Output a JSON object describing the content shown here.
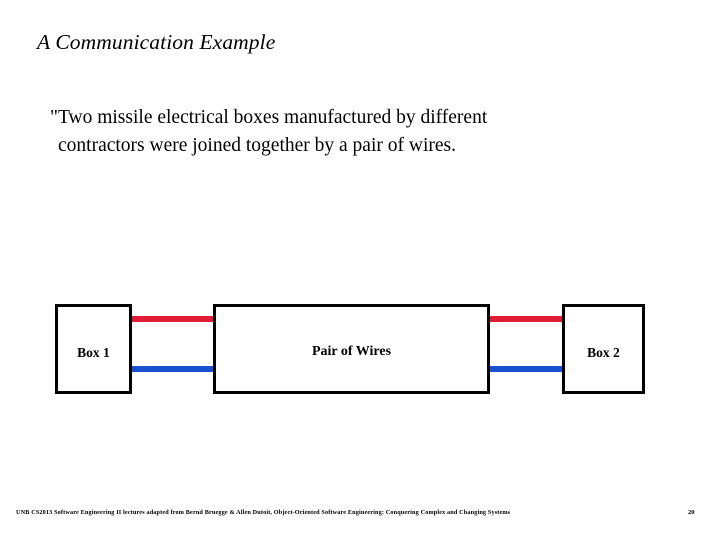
{
  "slide": {
    "title": "A Communication Example",
    "body": {
      "line1": "\"Two missile electrical boxes manufactured by different",
      "line2": "contractors were joined together by a pair of wires."
    },
    "footer": {
      "note": "UNB CS2013 Software Engineering II lectures adapted from Bernd Bruegge & Allen Dutoit, Object-Oriented Software Engineering: Conquering Complex and Changing Systems",
      "page_number": "20"
    }
  },
  "diagram": {
    "type": "block-connection",
    "boxes": [
      {
        "id": "box-1",
        "label": "Box 1"
      },
      {
        "id": "box-mid",
        "label": "Pair of Wires"
      },
      {
        "id": "box-2",
        "label": "Box 2"
      }
    ],
    "wires": [
      {
        "id": "wire-red-left",
        "color": "#e01b35",
        "name": "red-wire"
      },
      {
        "id": "wire-blue-left",
        "color": "#1a4fd0",
        "name": "blue-wire"
      },
      {
        "id": "wire-red-right",
        "color": "#e01b35",
        "name": "red-wire"
      },
      {
        "id": "wire-blue-right",
        "color": "#1a4fd0",
        "name": "blue-wire"
      }
    ]
  },
  "colors": {
    "background": "#ffffff",
    "text": "#000000",
    "wire_red": "#e01b35",
    "wire_blue": "#1a4fd0",
    "box_border": "#000000"
  }
}
